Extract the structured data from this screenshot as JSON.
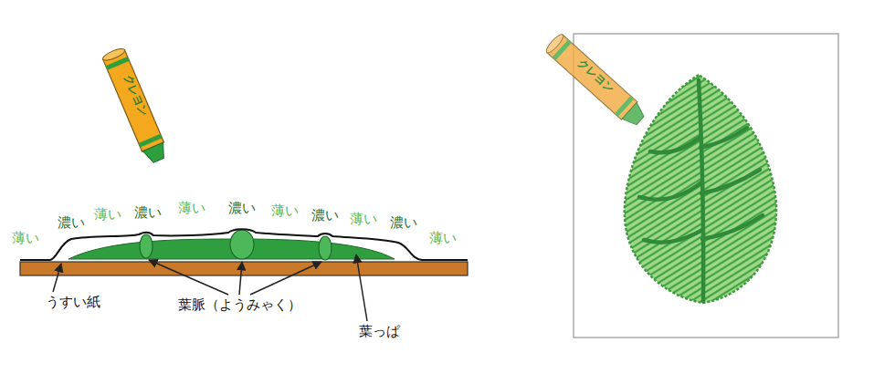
{
  "diagram": {
    "labels": [
      "薄い",
      "濃い",
      "薄い",
      "濃い",
      "薄い",
      "濃い",
      "薄い",
      "濃い",
      "薄い",
      "濃い",
      "薄い",
      "うすい紙",
      "葉脈（ようみゃく）",
      "葉っぱ",
      "クレヨン",
      "クレヨン"
    ]
  }
}
